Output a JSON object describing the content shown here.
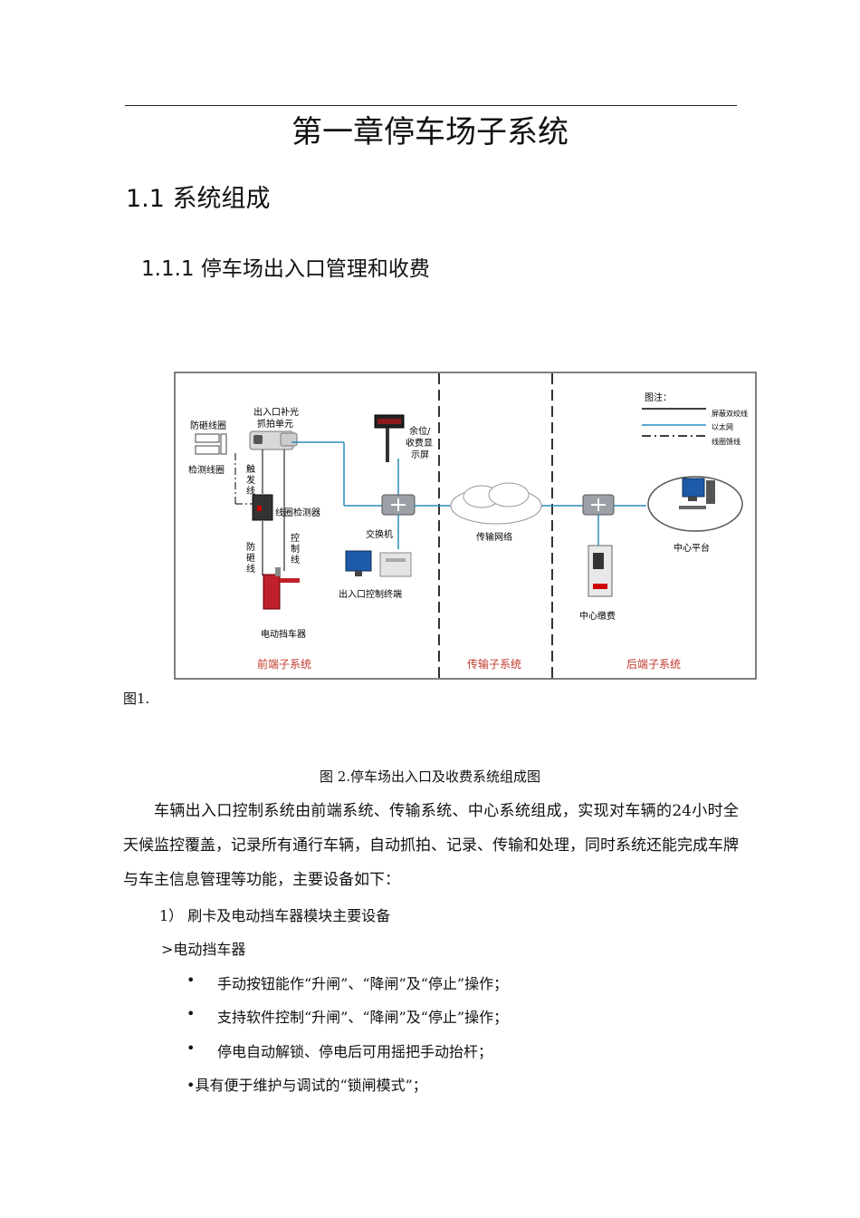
{
  "chapter_title": "第一章停车场子系统",
  "section": "1.1 系统组成",
  "subsection": "1.1.1 停车场出入口管理和收费",
  "figure": {
    "legend_title": "图注：",
    "legend_items": [
      "屏蔽双绞线",
      "以太网",
      "线圈馈线"
    ],
    "labels": {
      "anti_smash_coil": "防砸线圈",
      "detect_coil": "检测线圈",
      "camera_l1": "出入口补光",
      "camera_l2": "抓拍单元",
      "trigger_line": [
        "触",
        "发",
        "线"
      ],
      "coil_detector": "线圈检测器",
      "anti_smash_line": [
        "防",
        "砸",
        "线"
      ],
      "control_line": [
        "控",
        "制",
        "线"
      ],
      "barrier": "电动挡车器",
      "display_l1": "余位/",
      "display_l2": "收费显",
      "display_l3": "示屏",
      "switch": "交换机",
      "control_terminal": "出入口控制终端",
      "network": "传输网络",
      "center_platform": "中心平台",
      "center_payment": "中心缴费",
      "front_subsystem": "前端子系统",
      "transport_subsystem": "传输子系统",
      "back_subsystem": "后端子系统"
    }
  },
  "figure_label": "图1.",
  "figure_caption": "图 2.停车场出入口及收费系统组成图",
  "paragraph": "车辆出入口控制系统由前端系统、传输系统、中心系统组成，实现对车辆的24小时全天候监控覆盖，记录所有通行车辆，自动抓拍、记录、传输和处理，同时系统还能完成车牌与车主信息管理等功能，主要设备如下：",
  "list_heading": "1）  刷卡及电动挡车器模块主要设备",
  "sub_heading": ">电动挡车器",
  "bullet_symbol": "•",
  "bullets": [
    "手动按钮能作“升闸”、“降闸”及“停止”操作；",
    "支持软件控制“升闸”、“降闸”及“停止”操作；",
    "停电自动解锁、停电后可用摇把手动抬杆；"
  ],
  "last_line": "•具有便于维护与调试的“锁闸模式”；"
}
